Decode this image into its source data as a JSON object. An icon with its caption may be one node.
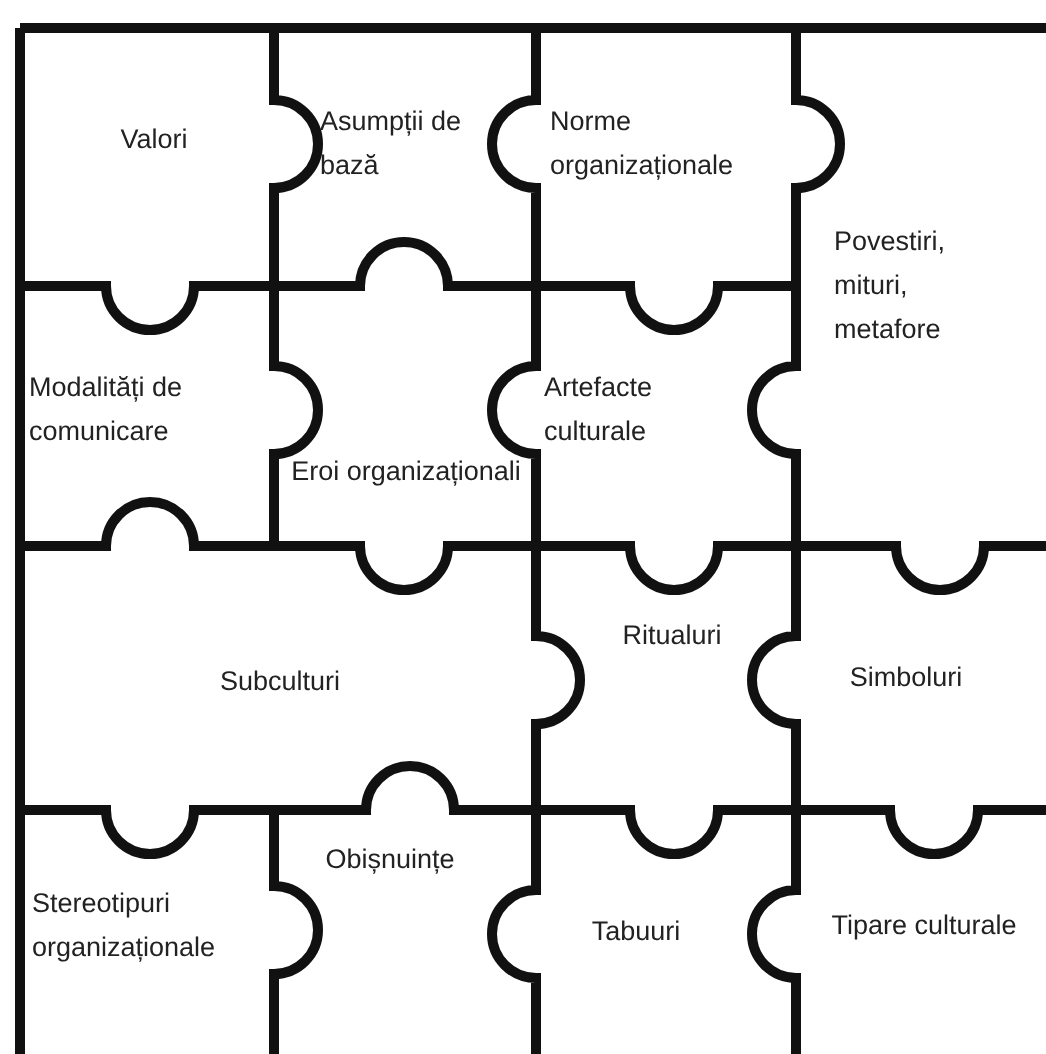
{
  "diagram": {
    "nodes": [
      {
        "text": [
          "Valori"
        ]
      },
      {
        "text": [
          "Asumpții de bază"
        ]
      },
      {
        "text": [
          "Norme organizaționale"
        ]
      },
      {
        "text": [
          "Povestiri, mituri, metafore"
        ]
      },
      {
        "text": [
          "Modalități de comunicare"
        ]
      },
      {
        "text": [
          "Eroi organizaționali"
        ]
      },
      {
        "text": [
          "Artefacte culturale"
        ]
      },
      {
        "text": [
          "Subculturi"
        ]
      },
      {
        "text": [
          "Ritualuri"
        ]
      },
      {
        "text": [
          "Simboluri"
        ]
      },
      {
        "text": [
          "Stereotipuri organizaționale"
        ]
      },
      {
        "text": [
          "Obișnuințe"
        ]
      },
      {
        "text": [
          "Tabuuri"
        ]
      },
      {
        "text": [
          "Tipare culturale"
        ]
      }
    ]
  }
}
